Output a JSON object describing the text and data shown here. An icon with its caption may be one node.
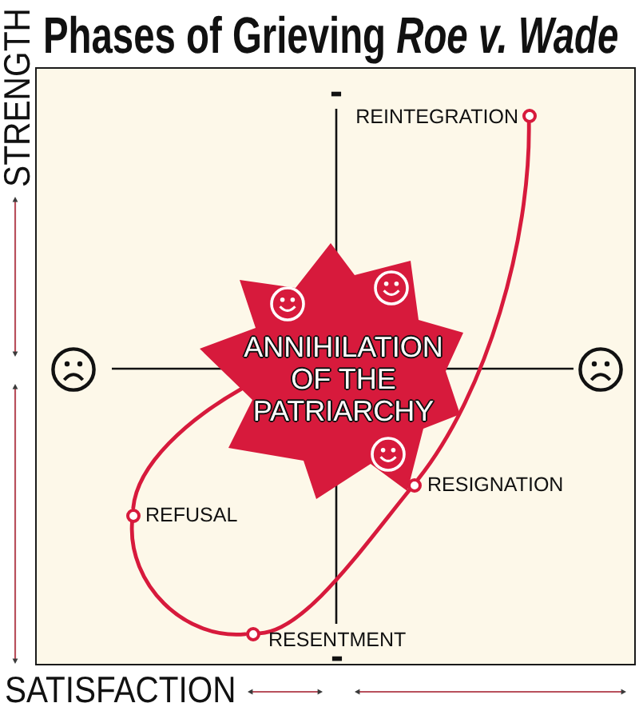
{
  "diagram": {
    "title": "Phases of Grieving *Roe v. Wade*",
    "nodes": [
      {
        "text": [],
        "shape": "circle",
        "beside": [
          "REINTEGRATION"
        ]
      },
      {
        "text": [
          "ANNIHILATION OF THE PATRIARCHY"
        ]
      },
      {
        "text": [],
        "shape": "circle",
        "beside": [
          "RESIGNATION"
        ]
      },
      {
        "text": [],
        "shape": "circle",
        "beside": [
          "REFUSAL"
        ]
      },
      {
        "text": [],
        "shape": "circle",
        "beside": [
          "RESENTMENT"
        ]
      }
    ],
    "edges": [
      {
        "from": 1,
        "to": 3,
        "arrow": "none"
      },
      {
        "from": 3,
        "to": 4,
        "arrow": "none"
      },
      {
        "from": 4,
        "to": 2,
        "arrow": "none"
      },
      {
        "from": 2,
        "to": 0,
        "arrow": "none"
      }
    ],
    "labels": [
      "STRENGTH",
      "-",
      "-",
      "SATISFACTION"
    ]
  }
}
